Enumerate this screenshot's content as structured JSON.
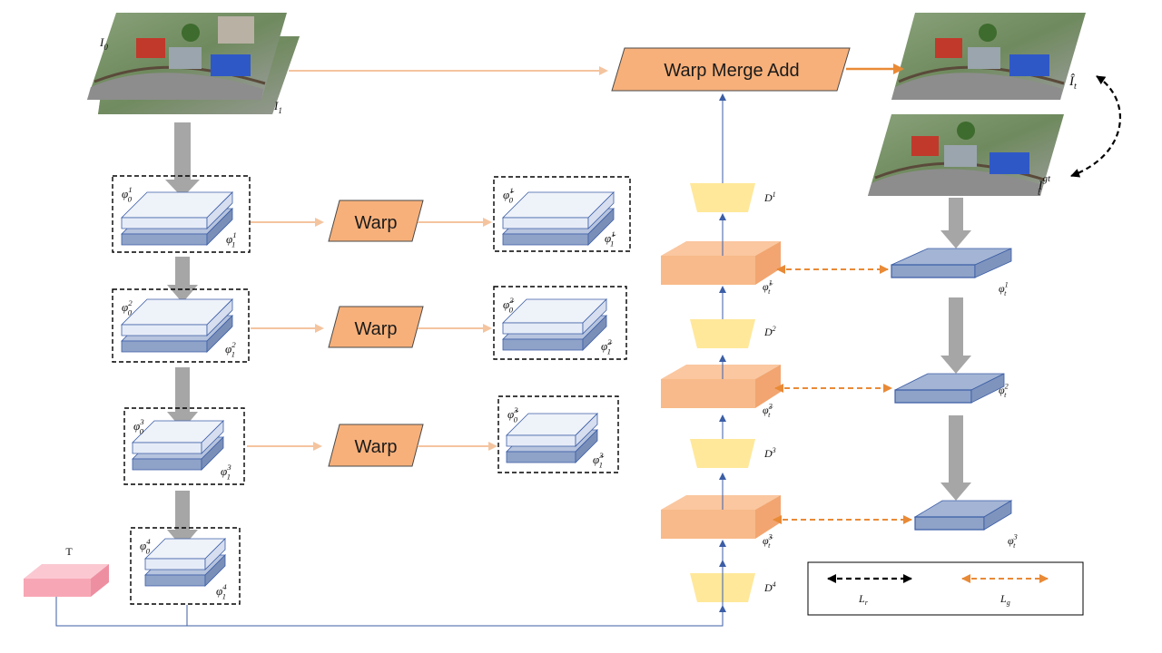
{
  "blocks": {
    "warp_merge_add": "Warp Merge Add",
    "warp_1": "Warp",
    "warp_2": "Warp",
    "warp_3": "Warp"
  },
  "labels": {
    "I0_base": "I",
    "I0_sub": "0",
    "I1_base": "I",
    "I1_sub": "1",
    "It_hat_base": "Î",
    "It_hat_sub": "t",
    "Igt_base": "I",
    "Igt_sup": "gt",
    "Igt_sub": "t",
    "T": "T",
    "phi": "φ",
    "phi_tilde": "φ̃",
    "enc": [
      {
        "a_sup": "1",
        "a_sub": "0",
        "b_sup": "1",
        "b_sub": "1"
      },
      {
        "a_sup": "2",
        "a_sub": "0",
        "b_sup": "2",
        "b_sub": "1"
      },
      {
        "a_sup": "3",
        "a_sub": "0",
        "b_sup": "3",
        "b_sub": "1"
      },
      {
        "a_sup": "4",
        "a_sub": "0",
        "b_sup": "4",
        "b_sub": "1"
      }
    ],
    "warped": [
      {
        "a_sup": "1",
        "a_sub": "0",
        "b_sup": "1",
        "b_sub": "1"
      },
      {
        "a_sup": "2",
        "a_sub": "0",
        "b_sup": "2",
        "b_sub": "1"
      },
      {
        "a_sup": "3",
        "a_sub": "0",
        "b_sup": "3",
        "b_sub": "1"
      }
    ],
    "dec_feat": [
      {
        "sup": "1",
        "sub": "t"
      },
      {
        "sup": "2",
        "sub": "t"
      },
      {
        "sup": "3",
        "sub": "t"
      }
    ],
    "gt_feat": [
      {
        "sup": "1",
        "sub": "t"
      },
      {
        "sup": "2",
        "sub": "t"
      },
      {
        "sup": "3",
        "sub": "t"
      }
    ],
    "decoders": [
      {
        "base": "D",
        "sup": "1"
      },
      {
        "base": "D",
        "sup": "2"
      },
      {
        "base": "D",
        "sup": "3"
      },
      {
        "base": "D",
        "sup": "4"
      }
    ]
  },
  "legend": {
    "lr_base": "L",
    "lr_sub": "r",
    "lg_base": "L",
    "lg_sub": "g"
  },
  "colors": {
    "orange_block": "#F7B07A",
    "orange_flow": "#F4C49F",
    "orange_loss": "#E98A36",
    "blue_feat": "#8FA3C8",
    "blue_edge": "#3C5EA6",
    "pale_feat": "#E6ECF7",
    "decoder": "#FFE89A",
    "pink": "#F7A6B5",
    "gray_arrow": "#A6A6A6"
  }
}
